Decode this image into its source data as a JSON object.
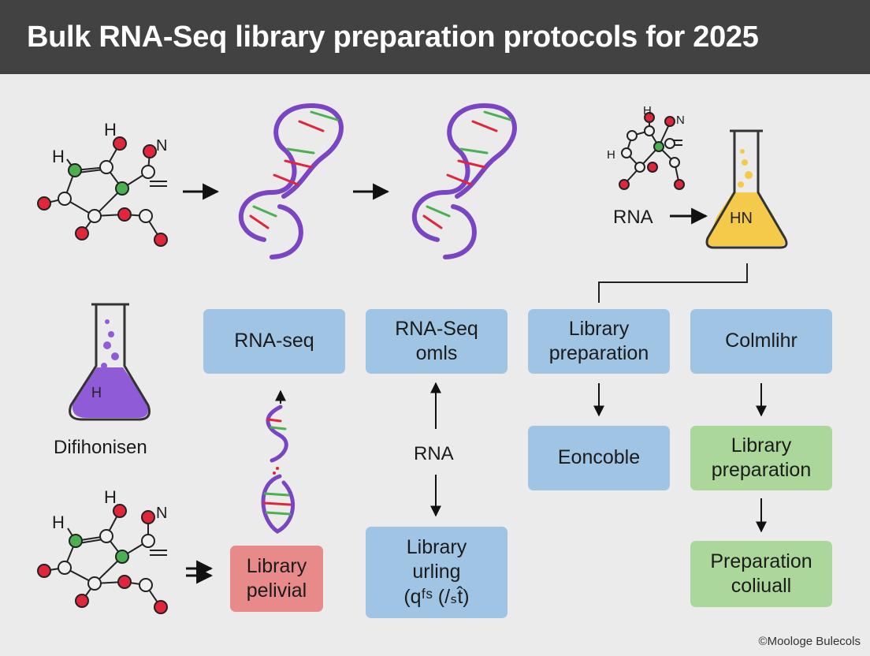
{
  "title": "Bulk RNA-Seq library preparation protocols for 2025",
  "top_row": {
    "rna_label": "RNA",
    "flask_label": "HN"
  },
  "left": {
    "flask_label": "H",
    "caption": "Difihonisen"
  },
  "molecules": {
    "h_label": "H",
    "n_label": "N"
  },
  "boxes": {
    "rna_seq": "RNA-seq",
    "rna_seq_omls": "RNA-Seq\nomls",
    "library_preparation_1": "Library\npreparation",
    "colmlihr": "Colmlihr",
    "library_pelivial": "Library\npelivial",
    "library_urling": "Library\nurling\n(qᶠˢ (/ₛt̂)",
    "eoncoble": "Eoncoble",
    "library_preparation_2": "Library\npreparation",
    "preparation_coliuall": "Preparation\ncoliuall"
  },
  "mid_label": "RNA",
  "footer": "©Moologe Bulecols",
  "colors": {
    "header_bg": "#424242",
    "background": "#ebebeb",
    "box_blue": "#9fc4e4",
    "box_green": "#acd79a",
    "box_red": "#e98a8a",
    "helix_purple": "#7a45c2",
    "flask_purple": "#8f5bd6",
    "flask_yellow": "#f5c94a",
    "atom_red": "#e0263a",
    "atom_green": "#4caf50"
  }
}
